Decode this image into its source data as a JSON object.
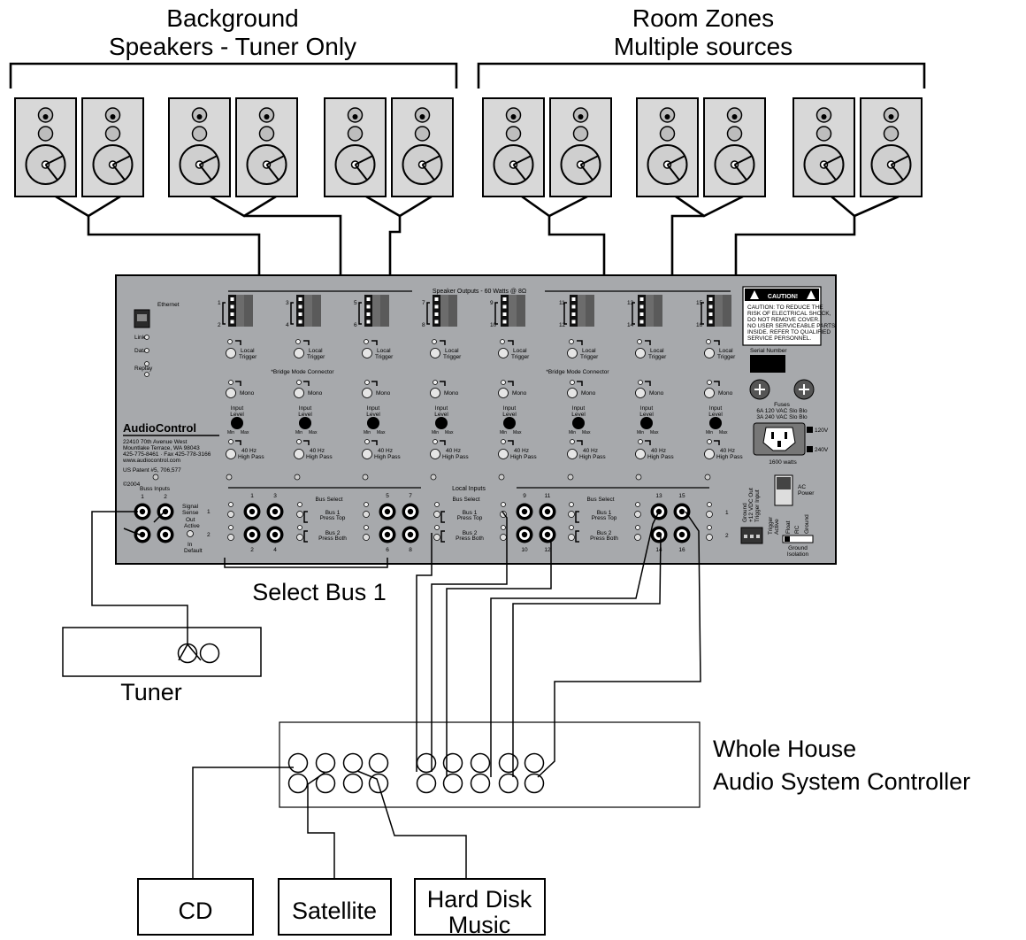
{
  "groups": {
    "background": {
      "line1": "Background",
      "line2": "Speakers - Tuner Only"
    },
    "room_zones": {
      "line1": "Room Zones",
      "line2": "Multiple sources"
    }
  },
  "amp": {
    "brand": "AudioControl",
    "address": [
      "22410 70th Avenue West",
      "Mountlake Terrace, WA 98043",
      "425-775-8461 · Fax 425-778-3166",
      "www.audiocontrol.com"
    ],
    "patent": "US Patent #5, 706,577",
    "copyright": "©2004",
    "ethernet": "Ethernet",
    "led_labels": [
      "Link",
      "Data",
      "Replay"
    ],
    "speaker_outputs": "Speaker Outputs - 60 Watts @ 8Ω",
    "channel_numbers": [
      [
        "1",
        "2"
      ],
      [
        "3",
        "4"
      ],
      [
        "5",
        "6"
      ],
      [
        "7",
        "8"
      ],
      [
        "9",
        "10"
      ],
      [
        "11",
        "12"
      ],
      [
        "13",
        "14"
      ],
      [
        "15",
        "16"
      ]
    ],
    "local_trigger": [
      "Local",
      "Trigger"
    ],
    "bridge_mode": "*Bridge Mode Connector",
    "mono": "Mono",
    "input_level": [
      "Input",
      "Level"
    ],
    "min_max": [
      "Min",
      "Max"
    ],
    "high_pass": [
      "40 Hz",
      "High Pass"
    ],
    "local_inputs": "Local Inputs",
    "input_numbers_top": [
      "1",
      "3",
      "5",
      "7",
      "9",
      "11",
      "13",
      "15"
    ],
    "input_numbers_bottom": [
      "2",
      "4",
      "6",
      "8",
      "10",
      "12",
      "14",
      "16"
    ],
    "buss_inputs": "Buss Inputs",
    "buss_numbers": [
      "1",
      "2"
    ],
    "signal_sense": [
      "Signal",
      "Sense"
    ],
    "out_active": [
      "Out",
      "Active"
    ],
    "in_default": [
      "In",
      "Default"
    ],
    "bus_select": "Bus Select",
    "bus1": [
      "Bus 1",
      "Press Top"
    ],
    "bus2": [
      "Bus 2",
      "Press Both"
    ],
    "caution_title": "CAUTION!",
    "caution_text": [
      "CAUTION: TO REDUCE THE",
      "RISK OF ELECTRICAL SHOCK,",
      "DO NOT REMOVE COVER.",
      "NO USER SERVICEABLE PARTS",
      "INSIDE. REFER TO QUALIFIED",
      "SERVICE PERSONNEL."
    ],
    "serial_number": "Serial Number",
    "fuses": [
      "Fuses",
      "6A 120 VAC Slo Blo",
      "3A 240 VAC Slo Blo"
    ],
    "voltage": [
      "120V",
      "240V"
    ],
    "watts": "1600 watts",
    "ac_power": [
      "AC",
      "Power"
    ],
    "trigger_labels": [
      "Ground",
      "+12 VDC Out",
      "Trigger Input"
    ],
    "trigger_active": [
      "Trigger",
      "Active"
    ],
    "ground_iso": [
      "Float",
      "RC",
      "Ground"
    ],
    "ground_isolation": [
      "Ground",
      "Isolation"
    ]
  },
  "select_bus": "Select Bus 1",
  "tuner": "Tuner",
  "controller": {
    "line1": "Whole House",
    "line2": "Audio System Controller"
  },
  "sources": {
    "cd": "CD",
    "satellite": "Satellite",
    "hdd_line1": "Hard Disk",
    "hdd_line2": "Music"
  }
}
